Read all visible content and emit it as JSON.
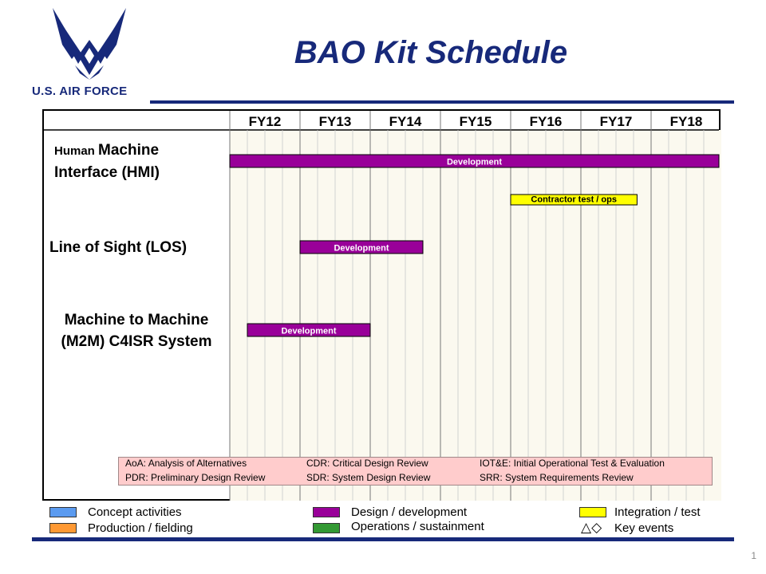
{
  "slide": {
    "title": "BAO Kit Schedule",
    "logo_text": "U.S. AIR FORCE",
    "page_number": "1"
  },
  "chart_data": {
    "type": "gantt",
    "title": "BAO Kit Schedule",
    "fiscal_years": [
      "FY12",
      "FY13",
      "FY14",
      "FY15",
      "FY16",
      "FY17",
      "FY18"
    ],
    "subdivisions_per_year": 4,
    "rows": [
      {
        "label_parts": [
          "Human ",
          "Machine",
          "Interface (HMI)"
        ]
      },
      {
        "label_parts": [
          "Line of Sight (LOS)"
        ]
      },
      {
        "label_parts": [
          "Machine to Machine",
          "(M2M)  C4ISR System"
        ]
      }
    ],
    "bars": [
      {
        "row": 0,
        "label": "Development",
        "category": "Design / development",
        "start_fy": 12.0,
        "end_fy": 19.0
      },
      {
        "row": 0,
        "label": "Contractor  test / ops",
        "category": "Integration  / test",
        "start_fy": 16.0,
        "end_fy": 17.8
      },
      {
        "row": 1,
        "label": "Development",
        "category": "Design / development",
        "start_fy": 13.0,
        "end_fy": 14.75
      },
      {
        "row": 2,
        "label": "Development",
        "category": "Design / development",
        "start_fy": 12.25,
        "end_fy": 14.0
      }
    ],
    "abbreviations": [
      [
        "AoA: Analysis of Alternatives",
        "CDR: Critical Design Review",
        "IOT&E: Initial Operational Test & Evaluation"
      ],
      [
        "PDR: Preliminary Design Review",
        "SDR: System Design Review",
        "SRR: System Requirements  Review"
      ]
    ],
    "legend": [
      {
        "label": "Concept activities",
        "color": "#5b9bf0"
      },
      {
        "label": "Production / fielding",
        "color": "#ff9933"
      },
      {
        "label": "Design / development",
        "color": "#990099"
      },
      {
        "label": "Operations / sustainment",
        "color": "#339933"
      },
      {
        "label": "Integration  / test",
        "color": "#ffff00"
      },
      {
        "label": "Key events",
        "symbol": "△◇"
      }
    ]
  },
  "colors": {
    "navy": "#17297a",
    "design": "#990099",
    "integration": "#ffff00",
    "grid_bg": "#fbf9ef",
    "abbr_bg": "#ffcccc"
  }
}
